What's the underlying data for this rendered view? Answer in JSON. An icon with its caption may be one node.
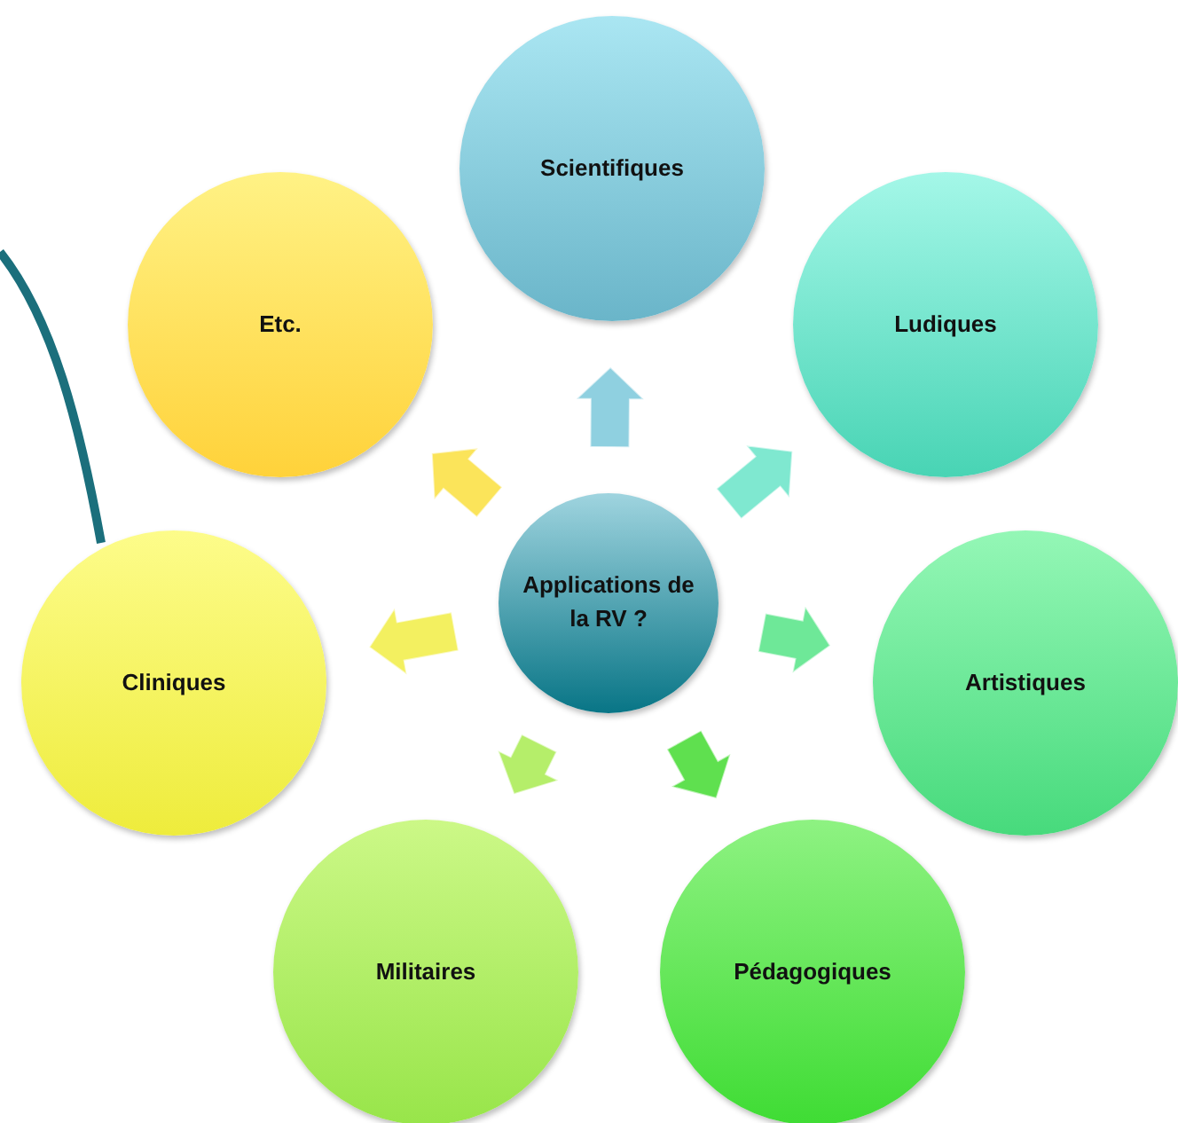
{
  "diagram": {
    "nodes": [
      {
        "text": [
          "Applications de la RV ?"
        ]
      },
      {
        "text": [
          "Scientifiques"
        ]
      },
      {
        "text": [
          "Ludiques"
        ]
      },
      {
        "text": [
          "Artistiques"
        ]
      },
      {
        "text": [
          "Pédagogiques"
        ]
      },
      {
        "text": [
          "Militaires"
        ]
      },
      {
        "text": [
          "Cliniques"
        ]
      },
      {
        "text": [
          "Etc."
        ]
      }
    ],
    "edges": [
      {
        "from": 0,
        "to": 1,
        "arrow": "to",
        "color": "#8fd0e0"
      },
      {
        "from": 0,
        "to": 2,
        "arrow": "to",
        "color": "#7fe8d0"
      },
      {
        "from": 0,
        "to": 3,
        "arrow": "to",
        "color": "#6ee898"
      },
      {
        "from": 0,
        "to": 4,
        "arrow": "to",
        "color": "#5fe04f"
      },
      {
        "from": 0,
        "to": 5,
        "arrow": "to",
        "color": "#b5ee6a"
      },
      {
        "from": 0,
        "to": 6,
        "arrow": "to",
        "color": "#f3f060"
      },
      {
        "from": 0,
        "to": 7,
        "arrow": "to",
        "color": "#fbe45a"
      }
    ]
  }
}
